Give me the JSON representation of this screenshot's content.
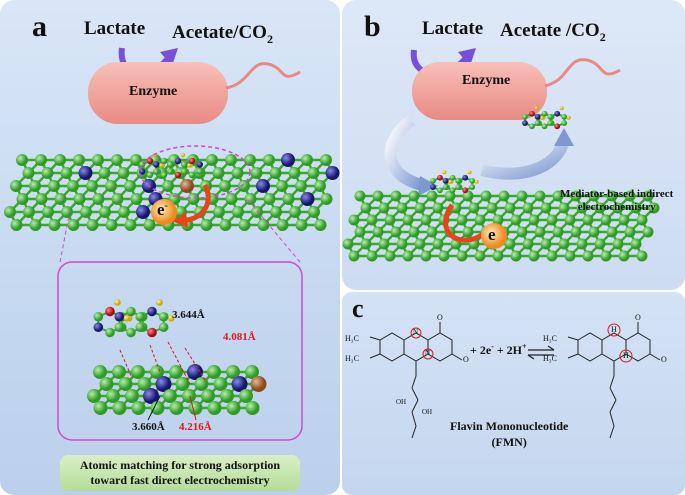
{
  "panel_a": {
    "label": "a",
    "substrate": "Lactate",
    "product": "Acetate/CO",
    "product_sub": "2",
    "enzyme": "Enzyme",
    "electron": "e",
    "electron_sup": "-",
    "distances": {
      "d1": "3.644Å",
      "d2": "4.081Å",
      "d3": "3.660Å",
      "d4": "4.216Å"
    },
    "caption_line1": "Atomic matching for strong adsorption",
    "caption_line2": "toward fast direct electrochemistry"
  },
  "panel_b": {
    "label": "b",
    "substrate": "Lactate",
    "product": "Acetate /CO",
    "product_sub": "2",
    "enzyme": "Enzyme",
    "electron": "e",
    "mediator_line1": "Mediator-based indirect",
    "mediator_line2": "electrochemistry"
  },
  "panel_c": {
    "label": "c",
    "reagents": "+  2e",
    "reagents_sup1": "-",
    "reagents_mid": " + 2H",
    "reagents_sup2": "+",
    "name_line1": "Flavin Mononucleotide",
    "name_line2": "(FMN)",
    "atom_n": "N",
    "atom_o": "O",
    "atom_h": "H",
    "methyl": "H₃C",
    "oh": "OH"
  },
  "colors": {
    "enzyme": "#f4a09a",
    "carbon": "#4cc63c",
    "nitrogen": "#2a2aa8",
    "oxygen": "#d41a1a",
    "hydrogen": "#e8d21a",
    "iron": "#b8703a",
    "arrow_purple": "#7a4fd8",
    "magenta_box": "#d048d0",
    "electron_red": "#e8441a"
  }
}
